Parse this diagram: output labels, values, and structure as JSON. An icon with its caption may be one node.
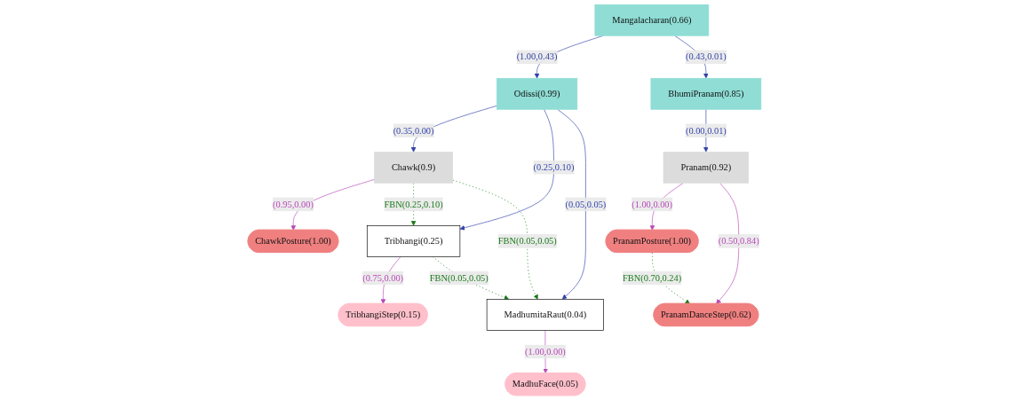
{
  "diagram": {
    "nodes": [
      {
        "text": [
          "Mangalacharan(0.66)"
        ]
      },
      {
        "text": [
          "Odissi(0.99)"
        ]
      },
      {
        "text": [
          "BhumiPranam(0.85)"
        ]
      },
      {
        "text": [
          "Chawk(0.9)"
        ]
      },
      {
        "text": [
          "Pranam(0.92)"
        ]
      },
      {
        "text": [
          "ChawkPosture(1.00)"
        ]
      },
      {
        "text": [
          "Tribhangi(0.25)"
        ]
      },
      {
        "text": [
          "PranamPosture(1.00)"
        ]
      },
      {
        "text": [
          "MadhumitaRaut(0.04)"
        ]
      },
      {
        "text": [
          "TribhangiStep(0.15)"
        ]
      },
      {
        "text": [
          "PranamDanceStep(0.62)"
        ]
      },
      {
        "text": [
          "MadhuFace(0.05)"
        ]
      }
    ],
    "edges": [
      {
        "from": 0,
        "to": 1,
        "arrow": "to",
        "label": "(1.00,0.43)"
      },
      {
        "from": 0,
        "to": 2,
        "arrow": "to",
        "label": "(0.43,0.01)"
      },
      {
        "from": 1,
        "to": 3,
        "arrow": "to",
        "label": "(0.35,0.00)"
      },
      {
        "from": 1,
        "to": 6,
        "arrow": "to",
        "label": "(0.25,0.10)"
      },
      {
        "from": 1,
        "to": 8,
        "arrow": "to",
        "label": "(0.05,0.05)"
      },
      {
        "from": 2,
        "to": 4,
        "arrow": "to",
        "label": "(0.00,0.01)"
      },
      {
        "from": 3,
        "to": 5,
        "arrow": "to",
        "label": "(0.95,0.00)",
        "color": "#b848b8"
      },
      {
        "from": 3,
        "to": 6,
        "arrow": "to",
        "label": "FBN(0.25,0.10)",
        "style": "dashed",
        "color": "#1a7a1a"
      },
      {
        "from": 3,
        "to": 8,
        "arrow": "to",
        "label": "FBN(0.05,0.05)",
        "style": "dashed",
        "color": "#1a7a1a"
      },
      {
        "from": 4,
        "to": 7,
        "arrow": "to",
        "label": "(1.00,0.00)",
        "color": "#b848b8"
      },
      {
        "from": 4,
        "to": 10,
        "arrow": "to",
        "label": "(0.50,0.84)",
        "color": "#b848b8"
      },
      {
        "from": 6,
        "to": 9,
        "arrow": "to",
        "label": "(0.75,0.00)",
        "color": "#b848b8"
      },
      {
        "from": 6,
        "to": 8,
        "arrow": "to",
        "label": "FBN(0.05,0.05)",
        "style": "dashed",
        "color": "#1a7a1a"
      },
      {
        "from": 7,
        "to": 10,
        "arrow": "to",
        "label": "FBN(0.70,0.24)",
        "style": "dashed",
        "color": "#1a7a1a"
      },
      {
        "from": 8,
        "to": 11,
        "arrow": "to",
        "label": "(1.00,0.00)",
        "color": "#b848b8"
      }
    ]
  }
}
